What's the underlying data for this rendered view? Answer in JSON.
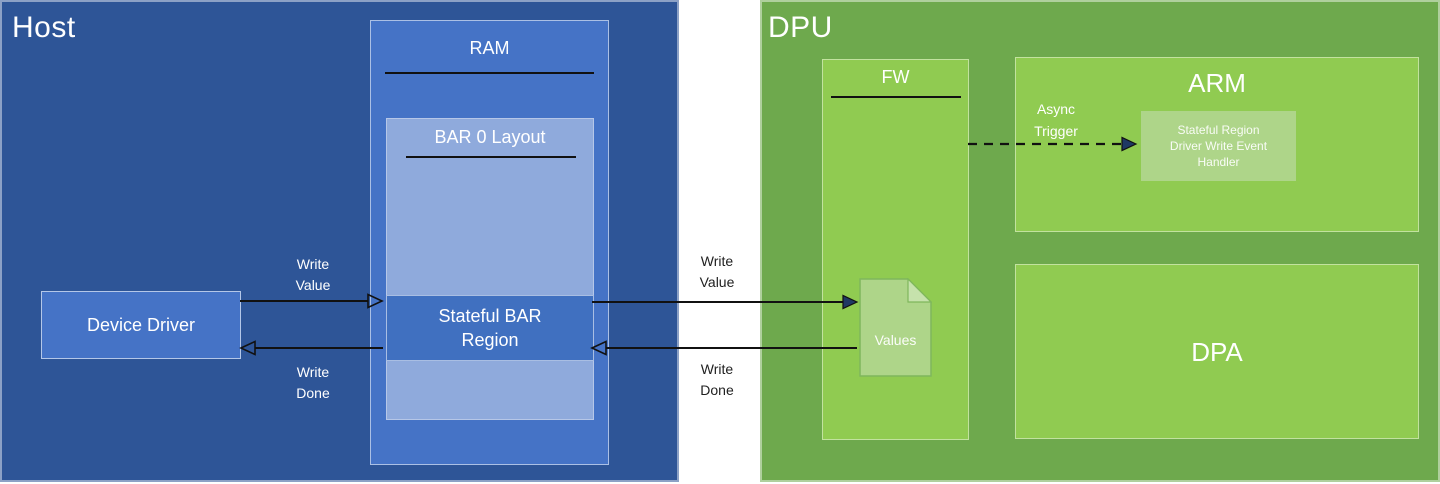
{
  "host": {
    "title": "Host",
    "device_driver_label": "Device Driver",
    "ram_title": "RAM",
    "bar0_title": "BAR 0 Layout",
    "stateful_bar_label": "Stateful BAR Region",
    "write_value_label": "Write Value",
    "write_done_label": "Write Done"
  },
  "dpu": {
    "title": "DPU",
    "fw_title": "FW",
    "arm_title": "ARM",
    "handler_label": "Stateful Region Driver Write Event Handler",
    "dpa_title": "DPA",
    "values_label": "Values",
    "async_trigger_label": "Async Trigger"
  },
  "bus": {
    "write_value_label": "Write Value",
    "write_done_label": "Write Done"
  },
  "colors": {
    "host_bg": "#2E5597",
    "host_box": "#4573C6",
    "host_light": "#8FAADC",
    "host_band": "#4070C0",
    "dpu_bg": "#6EA94D",
    "dpu_box": "#90CB51",
    "dpu_light": "#AED589",
    "arrow_line": "#111111",
    "arrow_head_fill": "#1F3864"
  }
}
